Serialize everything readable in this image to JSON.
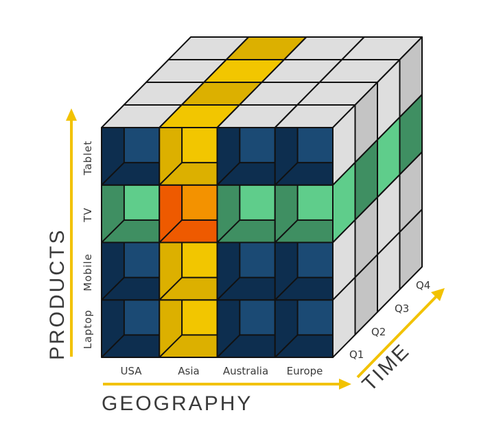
{
  "axes": {
    "products": {
      "title": "PRODUCTS",
      "items": [
        "Laptop",
        "Mobile",
        "TV",
        "Tablet"
      ]
    },
    "geography": {
      "title": "GEOGRAPHY",
      "items": [
        "USA",
        "Asia",
        "Australia",
        "Europe"
      ]
    },
    "time": {
      "title": "TIME",
      "items": [
        "Q1",
        "Q2",
        "Q3",
        "Q4"
      ]
    }
  },
  "highlights": {
    "slice_column": "Asia",
    "slice_row": "TV",
    "intersection_cell": "Asia × TV"
  },
  "colors": {
    "base_front": "#1b4a74",
    "base_dark": "#0d2e4f",
    "grey_face": "#dedede",
    "grey_side": "#c4c4c4",
    "yellow": "#f2c600",
    "yellow_dark": "#dcb000",
    "green": "#5fcd8b",
    "green_dark": "#3f8f62",
    "orange": "#f39200",
    "orange_dark": "#ee5a00",
    "arrow": "#f2c200",
    "edge": "#111111"
  }
}
